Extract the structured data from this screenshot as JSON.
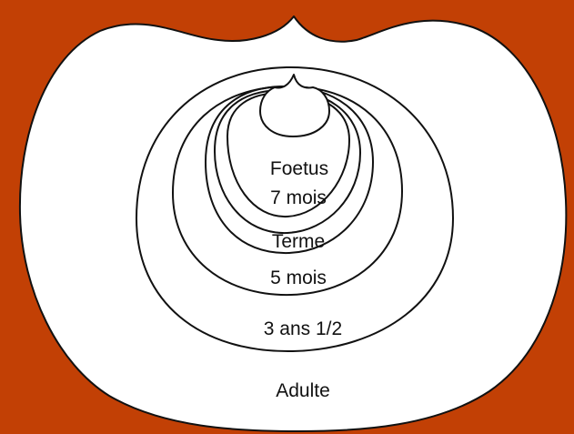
{
  "colors": {
    "background": "#c24005",
    "fill": "#ffffff",
    "stroke": "#111111"
  },
  "labels": {
    "foetus": "Foetus",
    "seven_months": "7 mois",
    "term": "Terme",
    "five_months": "5 mois",
    "three_and_half_years": "3 ans 1/2",
    "adult": "Adulte"
  }
}
